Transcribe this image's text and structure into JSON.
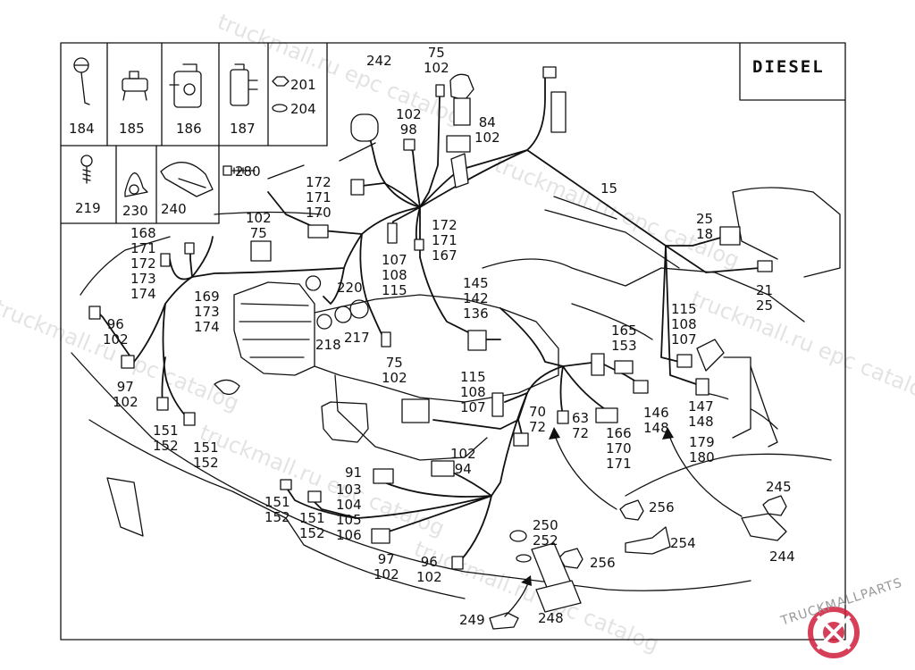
{
  "header": {
    "engine_type": "DIESEL"
  },
  "legend_items": [
    {
      "id": "l184",
      "text": "184"
    },
    {
      "id": "l185",
      "text": "185"
    },
    {
      "id": "l186",
      "text": "186"
    },
    {
      "id": "l187",
      "text": "187"
    },
    {
      "id": "l201",
      "text": "201"
    },
    {
      "id": "l204",
      "text": "204"
    },
    {
      "id": "l219",
      "text": "219"
    },
    {
      "id": "l230",
      "text": "230"
    },
    {
      "id": "l240",
      "text": "240"
    },
    {
      "id": "l280",
      "text": "280"
    }
  ],
  "callouts": {
    "c242": "242",
    "c75_102_top": "75\n102",
    "c102_98": "102\n98",
    "c84_102": "84\n102",
    "c15": "15",
    "c172_171_170": "172\n171\n170",
    "c172_171_167": "172\n171\n167",
    "c102_75": "102\n75",
    "c168_174": "168\n171\n172\n173\n174",
    "c169_173_174": "169\n173\n174",
    "c220": "220",
    "c107_108_115": "107\n108\n115",
    "c145_142_136": "145\n142\n136",
    "c25_18": "25\n18",
    "c21_25": "21\n25",
    "c96_102_left": "96\n102",
    "c218": "218",
    "c217": "217",
    "c75_102_mid": "75\n102",
    "c115_108_107_right": "115\n108\n107",
    "c165_153": "165\n153",
    "c97_102_left": "97\n102",
    "c151_152_a": "151\n152",
    "c151_152_b": "151\n152",
    "c115_108_107_mid": "115\n108\n107",
    "c70_72": "70\n72",
    "c63_72": "63\n72",
    "c166_170_171": "166\n170\n171",
    "c146_148": "146\n148",
    "c147_148": "147\n148",
    "c179_180": "179\n180",
    "c102_94": "102\n94",
    "c91": "91",
    "c103_106": "103\n104\n105\n106",
    "c151_152_c": "151\n152",
    "c151_152_d": "151\n152",
    "c97_102_bottom": "97\n102",
    "c96_102_bottom": "96\n102",
    "c250_252": "250\n252",
    "c256_a": "256",
    "c254": "254",
    "c256_b": "256",
    "c245": "245",
    "c244": "244",
    "c249": "249",
    "c248": "248"
  },
  "watermarks": {
    "w1": "truckmall.ru epc catalog",
    "w2": "truckmall.ru epc catalog",
    "w3": "truckmall.ru epc catalog",
    "w4": "truckmall.ru epc catalog",
    "w5": "truckmall.ru epc catalog",
    "w6": "truckmall.ru epc catalog"
  },
  "brand": {
    "logo_text": "TRUCKMALLPARTS"
  },
  "colors": {
    "line": "#111111",
    "watermark": "#b0b0b0",
    "brand_red": "#d01c3a"
  }
}
